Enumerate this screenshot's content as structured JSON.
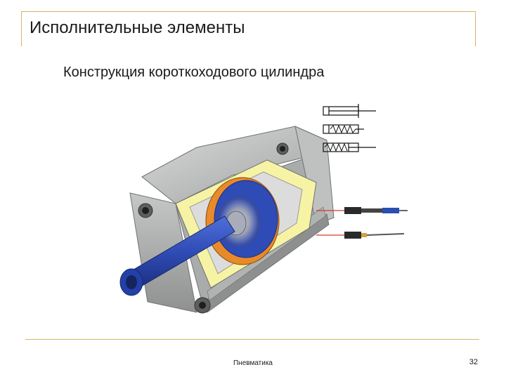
{
  "slide": {
    "title": "Исполнительные элементы",
    "subtitle": "Конструкция короткоходового цилиндра",
    "footer_text": "Пневматика",
    "page_number": "32"
  },
  "colors": {
    "frame_accent": "#d6b36a",
    "housing_gray": "#b5b7b6",
    "housing_dark": "#7b7e7d",
    "cutaway_yellow": "#f7f3a5",
    "piston_blue": "#2f4bb5",
    "seal_orange": "#e88a2a"
  },
  "figure": {
    "main_image": "short-stroke-cylinder-cutaway",
    "symbols": [
      "double-acting-cylinder-symbol",
      "single-acting-spring-return-symbol",
      "single-acting-spring-extend-symbol"
    ],
    "sensors": [
      "proximity-sensor-upper",
      "proximity-sensor-lower"
    ]
  }
}
